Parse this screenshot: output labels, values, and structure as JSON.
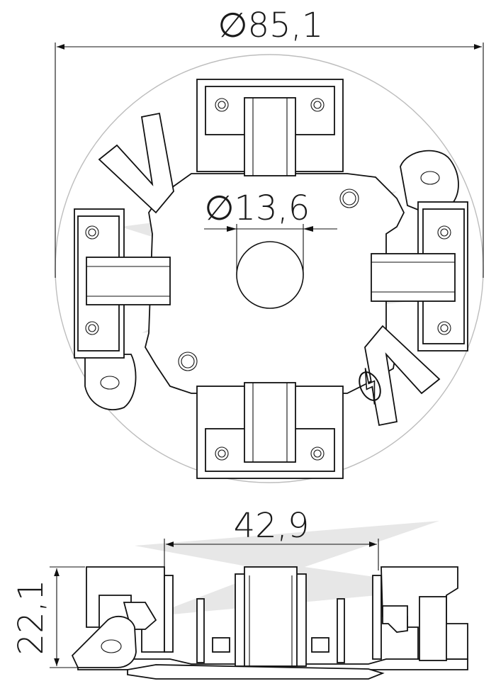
{
  "dimensions": {
    "outer_diameter": "∅85,1",
    "center_hole_diameter": "∅13,6",
    "holder_span": "42,9",
    "height": "22,1"
  },
  "colors": {
    "line": "#111111",
    "background": "#ffffff",
    "watermark": "#cfcfcf",
    "outline_circle": "#bfbfbf"
  },
  "icons": {
    "logo": "lightning-bolt-in-circle-icon"
  }
}
